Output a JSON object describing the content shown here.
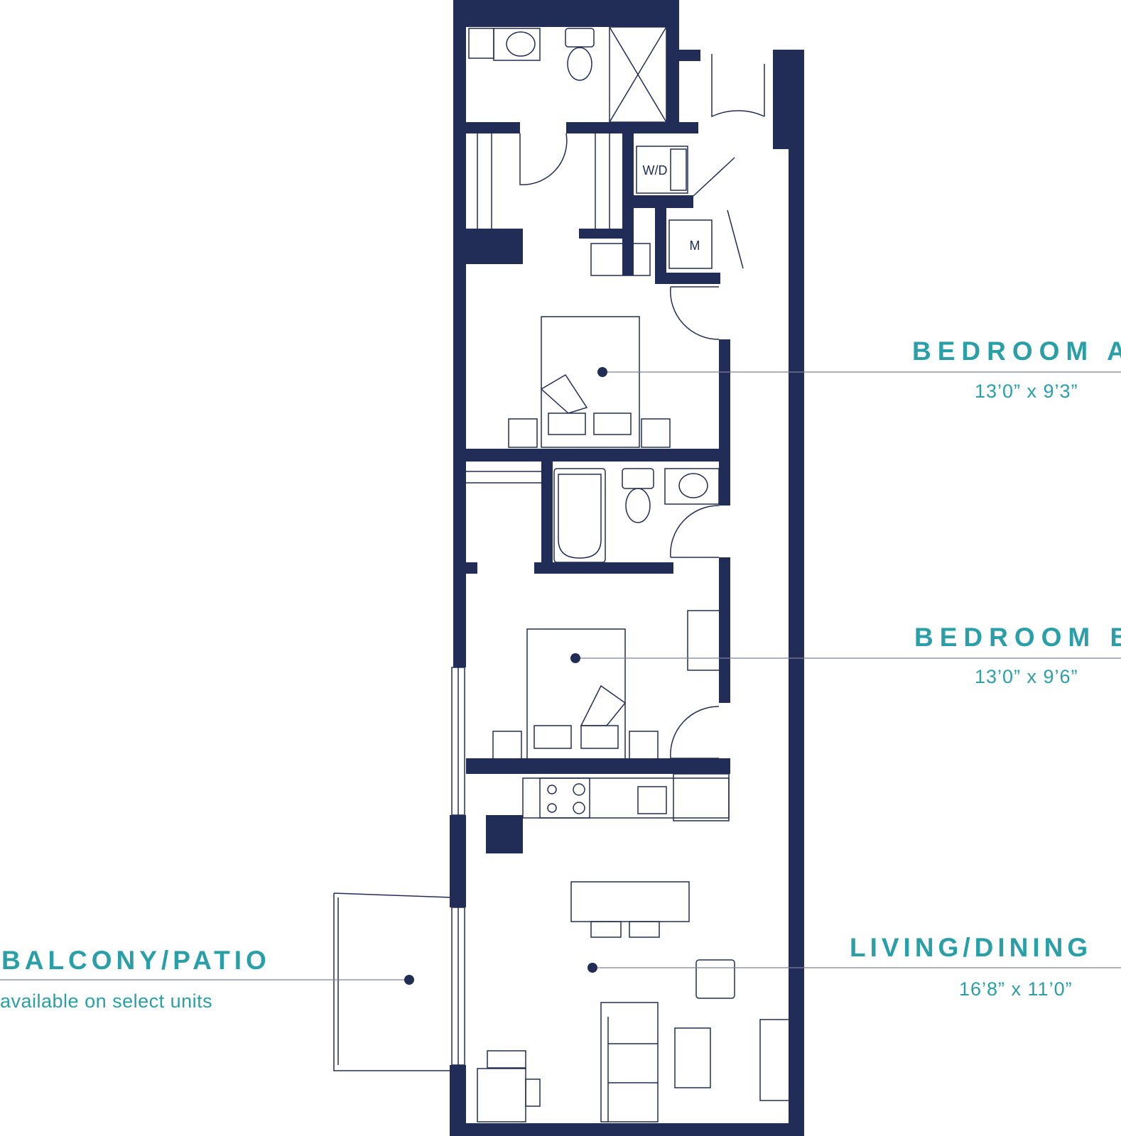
{
  "colors": {
    "wall": "#222d57",
    "line": "#222d57",
    "accent": "#2a9fa8",
    "leader": "#7c819c"
  },
  "rooms": {
    "bedroom_a": {
      "title": "BEDROOM A",
      "dimensions": "13’0” x 9’3”"
    },
    "bedroom_b": {
      "title": "BEDROOM B",
      "dimensions": "13’0” x 9’6”"
    },
    "living_dining": {
      "title": "LIVING/DINING",
      "dimensions": "16’8” x 11’0”"
    },
    "balcony": {
      "title": "BALCONY/PATIO",
      "note": "available on select units"
    }
  },
  "fixtures": {
    "washer_dryer": "W/D",
    "mechanical": "M"
  }
}
